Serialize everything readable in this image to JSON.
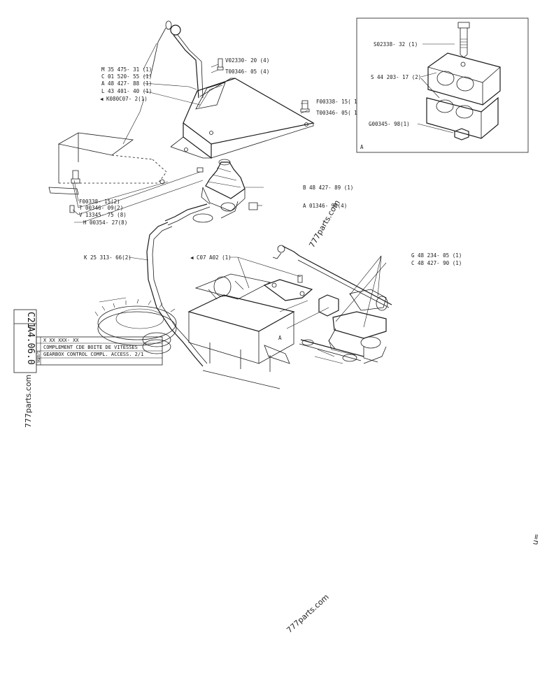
{
  "labels": {
    "m35475": "M 35 475- 31 (1)",
    "c01520": "C 01 520- 55 (1)",
    "a48427": "A 48 427- 88 (1)",
    "l43401": "L 43 401- 40 (1)",
    "k080c07": "◀ K080C07- 2(1)",
    "v02330": "V02330- 20 (4)",
    "t00346_05_4": "T00346- 05 (4)",
    "f00338_15_1": "F00338- 15(  1",
    "t00346_05_1": "T00346- 05(  1",
    "b48427": "B 48 427- 89 (1)",
    "a01346": "A 01346- 96(4)",
    "f00338_15_2": "F00338- 15(2)",
    "t00346_09_2": "T 00346- 09(2)",
    "v13345": "V 13345- 75 (8)",
    "h00354": "H 00354- 27(8)",
    "k25313": "K 25 313- 66(2)",
    "c07a02": "◀ C07  A02  (1)",
    "g48234": "G 48 234- 05 (1)",
    "c48427": "C 48 427- 90 (1)",
    "s02338": "S02338- 32  (1)",
    "s44203": "S 44 203- 17 (2)",
    "g00345": "G00345- 98(1)",
    "inset_a": "A",
    "marker_a": "A"
  },
  "title_block": {
    "code_a": "C21",
    "code_b": "A4.06.0",
    "xx_line": "X XX XXX- XX",
    "french": "COMPLEMENT CDE BOITE DE VITESSES",
    "english": "GEARBOX CONTROL COMPL. ACCESS. 2/1",
    "small1": "1/87",
    "small2": "96"
  },
  "watermarks": {
    "w1": "777parts.com",
    "w2": "777parts.com",
    "w3": "777parts.com",
    "edge": "u="
  }
}
